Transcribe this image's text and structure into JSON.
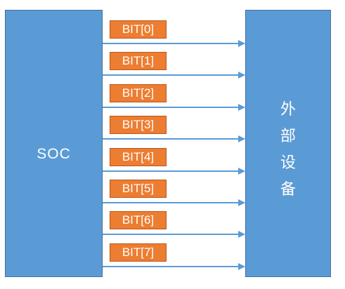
{
  "soc": {
    "label": "SOC"
  },
  "device": {
    "label_chars": [
      "外",
      "部",
      "设",
      "备"
    ]
  },
  "bits": [
    {
      "label": "BIT[0]"
    },
    {
      "label": "BIT[1]"
    },
    {
      "label": "BIT[2]"
    },
    {
      "label": "BIT[3]"
    },
    {
      "label": "BIT[4]"
    },
    {
      "label": "BIT[5]"
    },
    {
      "label": "BIT[6]"
    },
    {
      "label": "BIT[7]"
    }
  ],
  "colors": {
    "block_fill": "#5b9bd5",
    "block_border": "#41719c",
    "label_fill": "#ed7d31",
    "arrow": "#5b9bd5"
  }
}
